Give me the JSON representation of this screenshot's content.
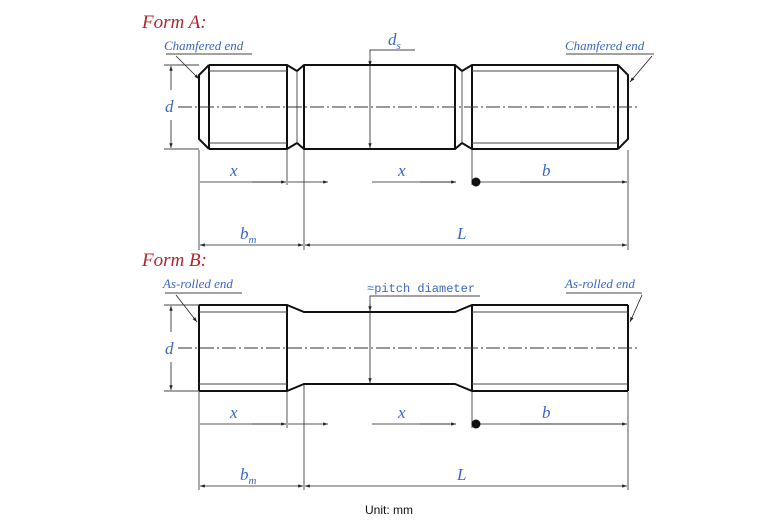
{
  "form_a": {
    "title": "Form A:",
    "left_callout": "Chamfered end",
    "right_callout": "Chamfered end",
    "d_label": "d",
    "ds_main": "d",
    "ds_sub": "s",
    "x_label": "x",
    "b_label": "b",
    "bm_main": "b",
    "bm_sub": "m",
    "l_label": "L"
  },
  "form_b": {
    "title": "Form B:",
    "left_callout": "As-rolled end",
    "right_callout": "As-rolled end",
    "pitch_label": "≈pitch diameter",
    "d_label": "d",
    "x_label": "x",
    "b_label": "b",
    "bm_main": "b",
    "bm_sub": "m",
    "l_label": "L"
  },
  "unit": "Unit: mm",
  "colors": {
    "title": "#b3262e",
    "label": "#3a67c6",
    "line": "#111111"
  }
}
